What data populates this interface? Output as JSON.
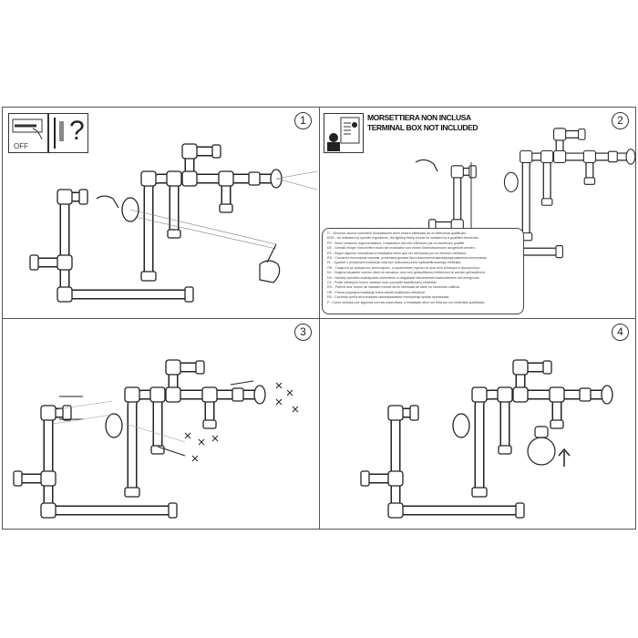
{
  "steps": [
    {
      "number": "1",
      "icons": [
        "switch-off-icon",
        "screw-anchor-icon",
        "question-icon"
      ],
      "off_label": "OFF",
      "question": "?"
    },
    {
      "number": "2",
      "notice_lines": [
        "MORSETTIERA NON INCLUSA",
        "TERMINAL BOX NOT INCLUDED"
      ],
      "installation_notes": [
        "IT - Secondo alcune normative l'installazione deve essere effettuata da un elettricista qualificato.",
        "ENG - As indicated by specific regulations, the lighting fitting should be installed by a qualified electrician.",
        "FR - Selon certaines réglementations, l'installation doit être effectuée par un électricien qualifié.",
        "DE - Gemäß einiger Vorschriften muss die Installation von einem Elektrofachmann ausgeführt werden.",
        "ES - Según algunas normativas la instalación tiene que ser efectuada por un eléctrico calificado.",
        "RU - Согласно некоторым нормам, установка должна быть выполнена квалифицированным электриком.",
        "PL - Zgodnie z przepisami instalacja musi być dokonana przez wykwalifikowanego elektryka.",
        "GR - Σύμφωνα με ορισμένους κανονισμούς, η εγκατάσταση πρέπει να γίνει από ειδικευμένο ηλεκτρολόγο.",
        "NL - Volgens bepaalde normen dient de armatuur door een gekwalificeerd elektricien te worden geïnstalleerd.",
        "HU - Néhány speciális szabályozás értelmében a világítótest felszerelését szakembernek kell elvégeznie.",
        "CZ - Podle některých norem instalaci musí provádět kvalifikovaný elektrikář.",
        "RO - Potrivit unor norme de instalare trebuie să fie efectuată de către un electrician calificat.",
        "HR - Prema propisima instalaciju treba obaviti kvalificirani električar.",
        "RS - Системи треба инсталирати квалификовани електричар према прописима.",
        "P - Como indicado por algumas normas específicas, a instalação deve ser feita por um eletricista qualificado."
      ]
    },
    {
      "number": "3"
    },
    {
      "number": "4"
    }
  ],
  "colors": {
    "line": "#222222",
    "frame": "#555555"
  }
}
